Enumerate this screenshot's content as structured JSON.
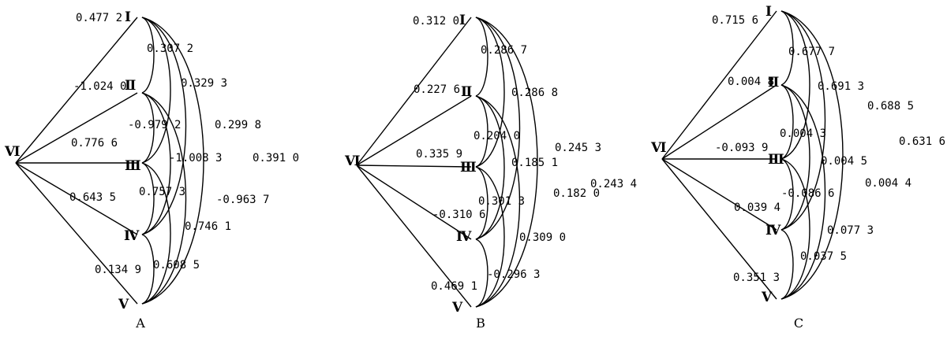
{
  "nodes": [
    "Ⅰ",
    "Ⅱ",
    "Ⅲ",
    "Ⅳ",
    "Ⅴ",
    "Ⅵ"
  ],
  "diagrams": [
    {
      "caption": "A",
      "spokes": [
        "0.477 2",
        "-1.024 0",
        "0.776 6",
        "0.643 5",
        "0.134 9"
      ],
      "arcs": {
        "I_II": "0.307 2",
        "I_III": "0.329 3",
        "I_IV": "0.299 8",
        "I_V": "0.391 0",
        "II_III": "-0.979 2",
        "II_IV": "-1.008 3",
        "II_V": "-0.963 7",
        "III_IV": "0.757 3",
        "III_V": "0.746 1",
        "IV_V": "0.608 5"
      }
    },
    {
      "caption": "B",
      "spokes": [
        "0.312 0",
        "0.227 6",
        "0.335 9",
        "-0.310 6",
        "0.469 1"
      ],
      "arcs": {
        "I_II": "0.286 7",
        "I_III": "0.286 8",
        "I_IV": "0.245 3",
        "I_V": "0.243 4",
        "II_III": "0.204 0",
        "II_IV": "0.185 1",
        "II_V": "0.182 0",
        "III_IV": "0.301 3",
        "III_V": "0.309 0",
        "IV_V": "-0.296 3"
      }
    },
    {
      "caption": "C",
      "spokes": [
        "0.715 6",
        "0.004 8",
        "-0.093 9",
        "0.039 4",
        "0.351 3"
      ],
      "arcs": {
        "I_II": "0.677 7",
        "I_III": "0.691 3",
        "I_IV": "0.688 5",
        "I_V": "0.631 6",
        "II_III": "0.004 3",
        "II_IV": "0.004 5",
        "II_V": "0.004 4",
        "III_IV": "-0.086 6",
        "III_V": "0.077 3",
        "IV_V": "0.037 5"
      }
    }
  ]
}
